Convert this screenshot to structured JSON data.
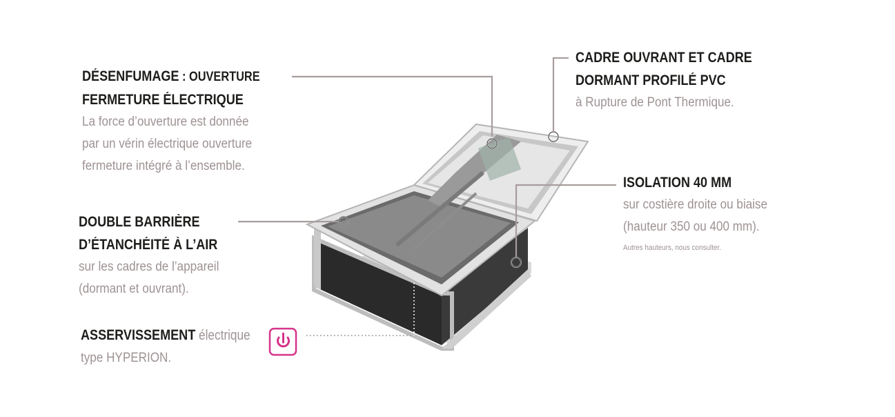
{
  "desenfumage": {
    "title": "DÉSENFUMAGE",
    "title_suffix": " : OUVERTURE",
    "title_line2": "FERMETURE ÉLECTRIQUE",
    "text": [
      "La force d’ouverture est donnée",
      "par un vérin électrique ouverture",
      "fermeture intégré à l’ensemble."
    ]
  },
  "cadre": {
    "title_lines": [
      "CADRE OUVRANT ET CADRE",
      "DORMANT PROFILÉ PVC"
    ],
    "text": [
      "à Rupture de Pont Thermique."
    ]
  },
  "isolation": {
    "title": "ISOLATION 40 MM",
    "text": [
      "sur costière droite ou biaise",
      "(hauteur 350 ou 400 mm)."
    ],
    "note": "Autres hauteurs, nous consulter."
  },
  "barriere": {
    "title_lines": [
      "DOUBLE BARRIÈRE",
      "D’ÉTANCHÉITÉ À L’AIR"
    ],
    "text": [
      "sur les cadres de l’appareil",
      "(dormant et ouvrant)."
    ]
  },
  "asservissement": {
    "title": "ASSERVISSEMENT",
    "title_suffix": " électrique",
    "text_line2": "type HYPERION."
  },
  "colors": {
    "heading": "#1d1d1b",
    "body": "#9e9293",
    "leader": "#a89c9d",
    "accent": "#d6338a"
  },
  "icons": {
    "power": "power-icon"
  }
}
